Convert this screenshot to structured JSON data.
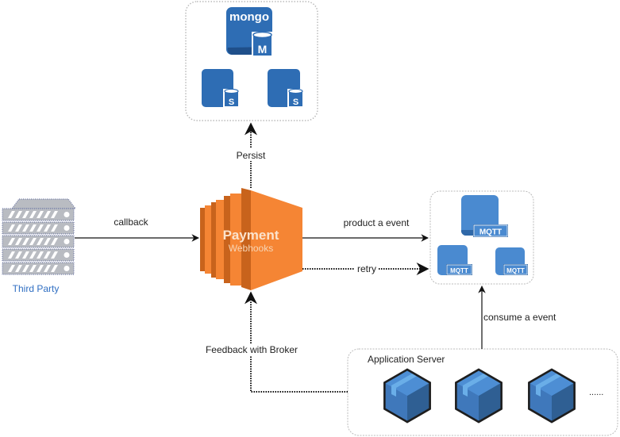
{
  "diagram": {
    "title": "Payment Webhooks Architecture",
    "colors": {
      "db_blue": "#2e6db4",
      "db_blue_dark": "#1f4f8a",
      "mqtt_blue": "#4a8ad0",
      "mqtt_blue_dark": "#2f68a8",
      "orange": "#f58534",
      "orange_dark": "#c8631c",
      "box_blue": "#4a86c8",
      "box_blue_dark": "#2f5f93",
      "server_gray": "#b9bcc2",
      "link_blue": "#2f6ec2",
      "container_border": "#bbbbbb",
      "arrow": "#111111"
    },
    "nodes": {
      "third_party": {
        "label": "Third Party",
        "icon": "server-rack-icon"
      },
      "webhooks": {
        "title": "Payment",
        "subtitle": "Webhooks",
        "icon": "compute-cluster-icon"
      },
      "mongo_cluster": {
        "primary": {
          "brand": "mongo",
          "badge": "M"
        },
        "secondaries": [
          {
            "badge": "S"
          },
          {
            "badge": "S"
          }
        ]
      },
      "mqtt_cluster": {
        "brokers": [
          {
            "badge": "MQTT"
          },
          {
            "badge": "MQTT"
          },
          {
            "badge": "MQTT"
          }
        ]
      },
      "app_server": {
        "label": "Application Server",
        "instances": [
          {
            "icon": "package-box-icon"
          },
          {
            "icon": "package-box-icon"
          },
          {
            "icon": "package-box-icon"
          }
        ],
        "more": "......"
      }
    },
    "edges": [
      {
        "id": "callback",
        "label": "callback",
        "from": "third_party",
        "to": "webhooks",
        "style": "solid"
      },
      {
        "id": "persist",
        "label": "Persist",
        "from": "webhooks",
        "to": "mongo_cluster",
        "style": "dotted"
      },
      {
        "id": "produce",
        "label": "product a event",
        "from": "webhooks",
        "to": "mqtt_cluster",
        "style": "solid"
      },
      {
        "id": "retry",
        "label": "retry",
        "from": "webhooks",
        "to": "mqtt_cluster",
        "style": "dotted"
      },
      {
        "id": "consume",
        "label": "consume a event",
        "from": "app_server",
        "to": "mqtt_cluster",
        "style": "solid"
      },
      {
        "id": "feedback",
        "label": "Feedback with Broker",
        "from": "app_server",
        "to": "webhooks",
        "style": "dotted"
      }
    ]
  }
}
